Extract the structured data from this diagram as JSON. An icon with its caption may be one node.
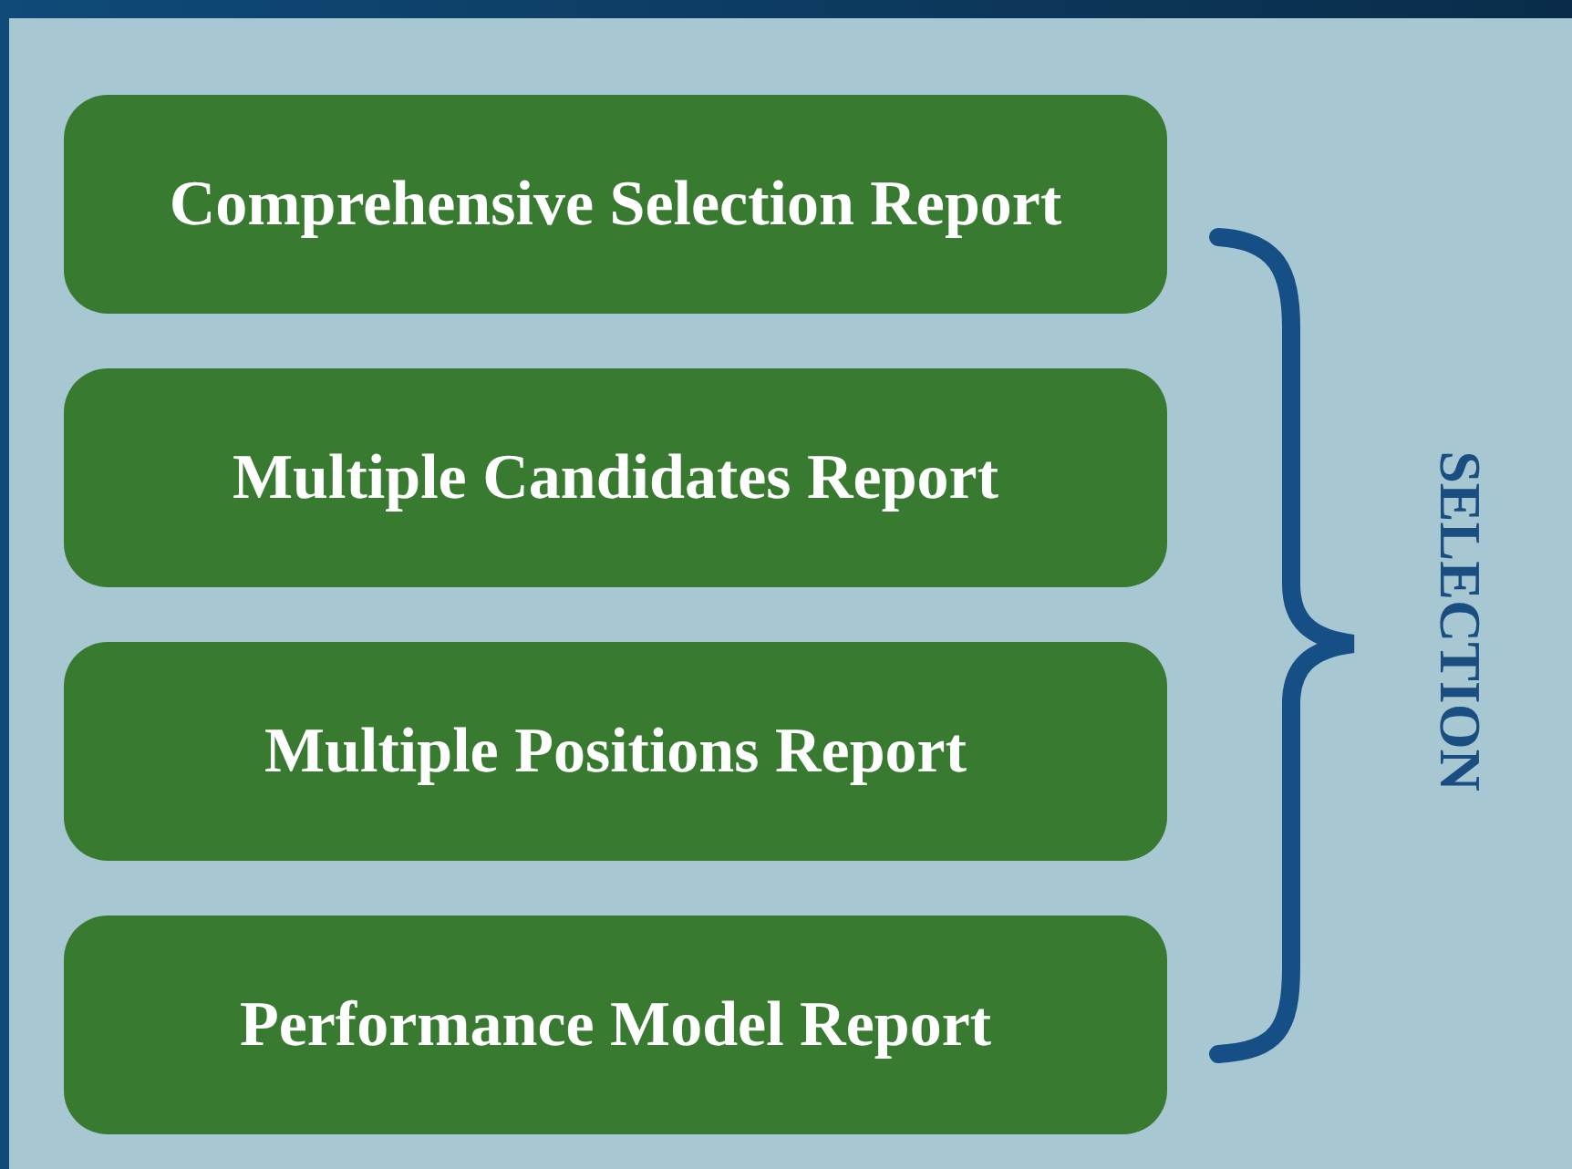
{
  "diagram": {
    "nodes": [
      {
        "text": [
          "Comprehensive Selection Report"
        ]
      },
      {
        "text": [
          "Multiple Candidates Report"
        ]
      },
      {
        "text": [
          "Multiple Positions Report"
        ]
      },
      {
        "text": [
          "Performance Model Report"
        ]
      }
    ],
    "labels": [
      "SELECTION"
    ]
  }
}
